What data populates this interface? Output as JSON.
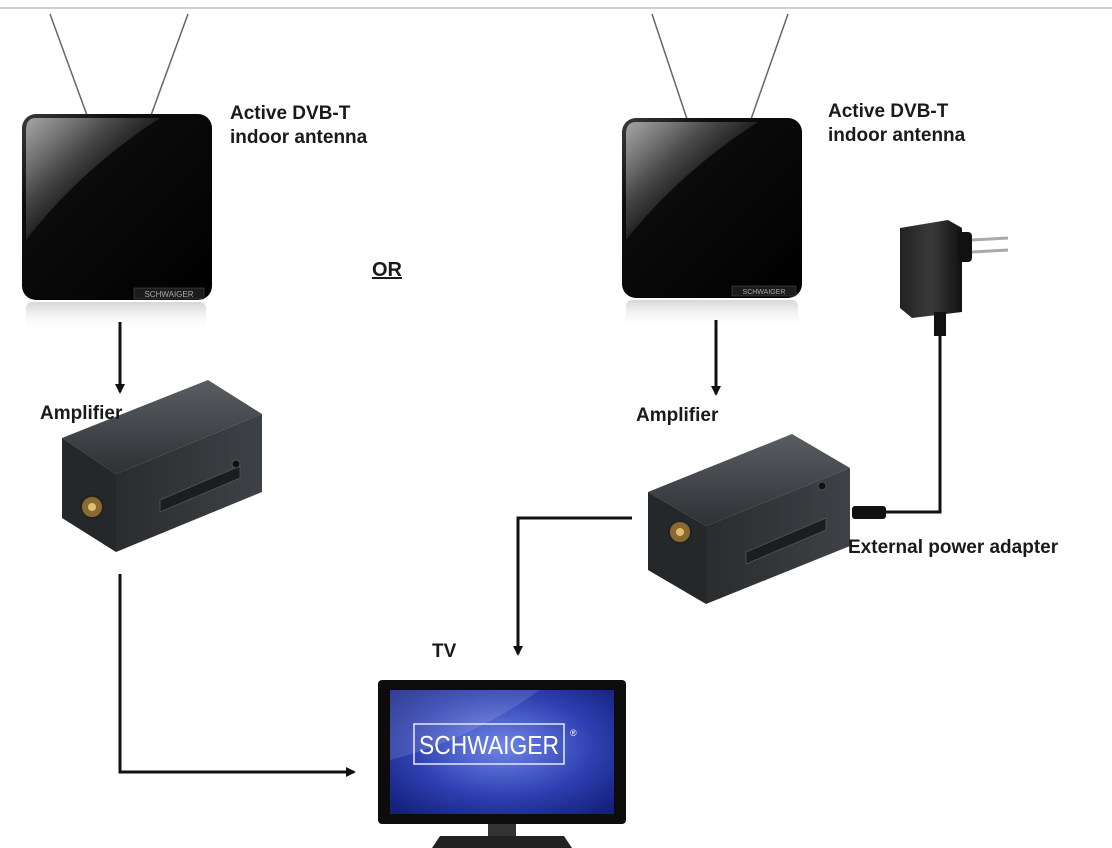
{
  "labels": {
    "antenna_left": [
      "Active DVB-T",
      "indoor antenna"
    ],
    "antenna_right": [
      "Active DVB-T",
      "indoor antenna"
    ],
    "or": "OR",
    "amplifier_left": "Amplifier",
    "amplifier_right": "Amplifier",
    "tv": "TV",
    "power_adapter": "External power adapter"
  },
  "brand": {
    "antenna_logo": "SCHWAIGER",
    "tv_logo": "SCHWAIGER",
    "registered_mark": "®"
  },
  "colors": {
    "device_black": "#0b0b0b",
    "amp_gray": "#3a3d40",
    "screen_blue": "#2a3aa8",
    "line": "#111111",
    "text": "#1a1a1a"
  }
}
